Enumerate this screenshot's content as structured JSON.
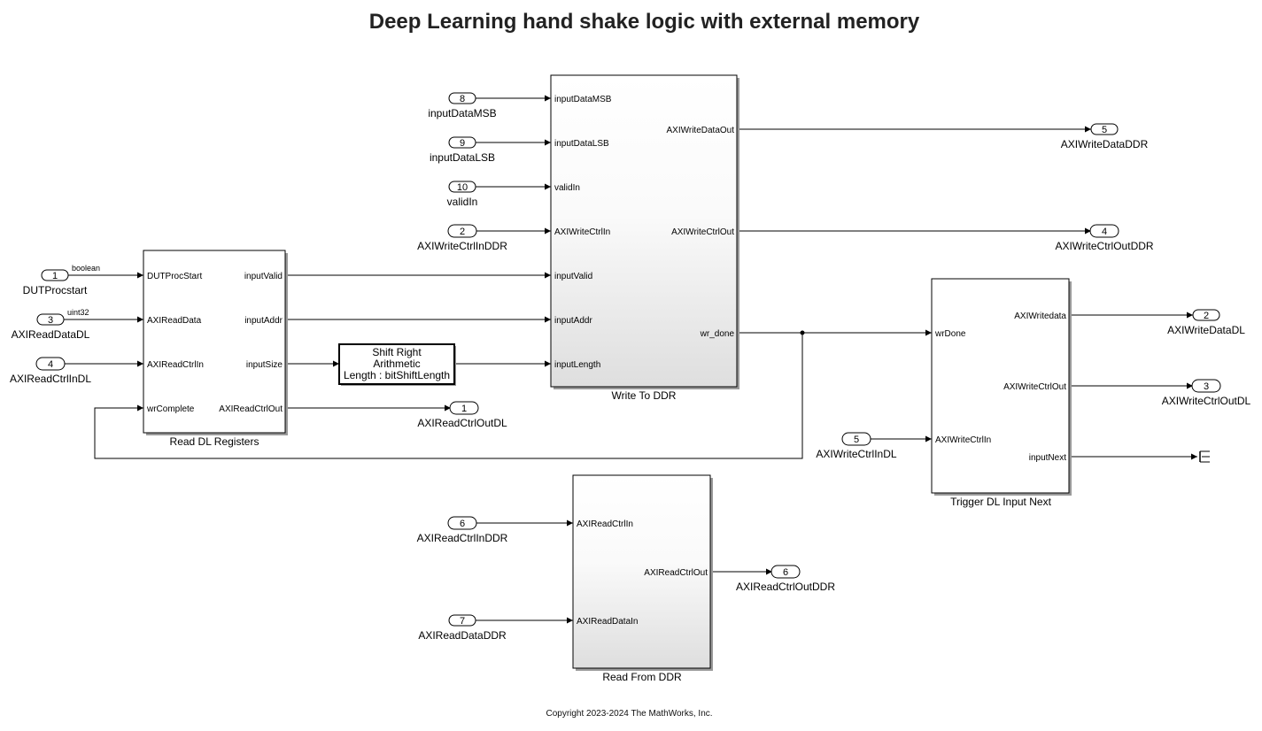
{
  "title": "Deep Learning hand shake logic with external memory",
  "copyright": "Copyright 2023-2024 The MathWorks, Inc.",
  "inports": [
    {
      "num": "1",
      "label": "DUTProcstart",
      "bus": false
    },
    {
      "num": "3",
      "label": "AXIReadDataDL",
      "bus": false
    },
    {
      "num": "4",
      "label": "AXIReadCtrlInDL",
      "bus": true
    },
    {
      "num": "8",
      "label": "inputDataMSB",
      "bus": false
    },
    {
      "num": "9",
      "label": "inputDataLSB",
      "bus": false
    },
    {
      "num": "10",
      "label": "validIn",
      "bus": false
    },
    {
      "num": "2",
      "label": "AXIWriteCtrlInDDR",
      "bus": true
    },
    {
      "num": "5",
      "label": "AXIWriteCtrlInDL",
      "bus": true
    },
    {
      "num": "6",
      "label": "AXIReadCtrlInDDR",
      "bus": true
    },
    {
      "num": "7",
      "label": "AXIReadDataDDR",
      "bus": false
    }
  ],
  "outports": [
    {
      "num": "1",
      "label": "AXIReadCtrlOutDL",
      "bus": true
    },
    {
      "num": "5",
      "label": "AXIWriteDataDDR",
      "bus": false
    },
    {
      "num": "4",
      "label": "AXIWriteCtrlOutDDR",
      "bus": true
    },
    {
      "num": "2",
      "label": "AXIWriteDataDL",
      "bus": false
    },
    {
      "num": "3",
      "label": "AXIWriteCtrlOutDL",
      "bus": true
    },
    {
      "num": "6",
      "label": "AXIReadCtrlOutDDR",
      "bus": true
    }
  ],
  "signal_types": [
    "boolean",
    "uint32"
  ],
  "blocks": {
    "read_dl_registers": {
      "name": "Read DL Registers",
      "inputs": [
        "DUTProcStart",
        "AXIReadData",
        "AXIReadCtrlIn",
        "wrComplete"
      ],
      "outputs": [
        "inputValid",
        "inputAddr",
        "inputSize",
        "AXIReadCtrlOut"
      ]
    },
    "write_to_ddr": {
      "name": "Write To DDR",
      "inputs": [
        "inputDataMSB",
        "inputDataLSB",
        "validIn",
        "AXIWriteCtrlIn",
        "inputValid",
        "inputAddr",
        "inputLength"
      ],
      "outputs": [
        "AXIWriteDataOut",
        "AXIWriteCtrlOut",
        "wr_done"
      ]
    },
    "trigger_dl_input_next": {
      "name": "Trigger DL Input Next",
      "inputs": [
        "wrDone",
        "AXIWriteCtrlIn"
      ],
      "outputs": [
        "AXIWritedata",
        "AXIWriteCtrlOut",
        "inputNext"
      ]
    },
    "read_from_ddr": {
      "name": "Read From DDR",
      "inputs": [
        "AXIReadCtrlIn",
        "AXIReadDataIn"
      ],
      "outputs": [
        "AXIReadCtrlOut"
      ]
    },
    "shift_right": {
      "lines": [
        "Shift Right",
        "Arithmetic",
        "Length : bitShiftLength"
      ]
    }
  }
}
